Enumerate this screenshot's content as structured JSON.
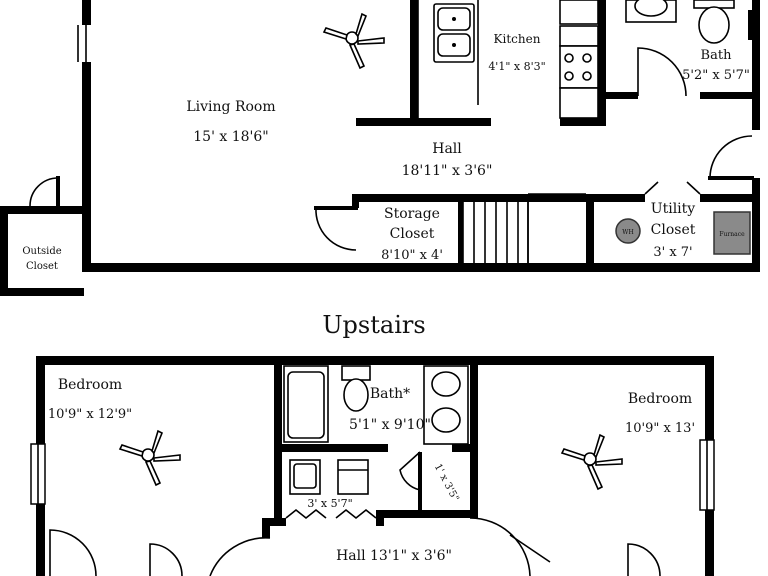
{
  "section_title": "Upstairs",
  "downstairs": {
    "kitchen": {
      "name": "Kitchen",
      "dims": "4'1\" x 8'3\""
    },
    "bath": {
      "name": "Bath",
      "dims": "5'2\" x 5'7\""
    },
    "living_room": {
      "name": "Living Room",
      "dims": "15' x 18'6\""
    },
    "hall": {
      "name": "Hall",
      "dims": "18'11\" x 3'6\""
    },
    "storage_closet": {
      "name1": "Storage",
      "name2": "Closet",
      "dims": "8'10\" x 4'"
    },
    "utility_closet": {
      "name1": "Utility",
      "name2": "Closet",
      "dims": "3' x 7'"
    },
    "outside_closet": {
      "name1": "Outside",
      "name2": "Closet"
    },
    "appliances": {
      "washer": "WH",
      "furnace": "Furnace"
    }
  },
  "upstairs": {
    "bedroom_left": {
      "name": "Bedroom",
      "dims": "10'9\" x 12'9\""
    },
    "bedroom_right": {
      "name": "Bedroom",
      "dims": "10'9\" x 13'"
    },
    "bath": {
      "name": "Bath*",
      "dims": "5'1\" x 9'10\""
    },
    "laundry": {
      "dims": "3' x 5'7\""
    },
    "linen_closet": {
      "dims": "1' x 3'5\""
    },
    "hall": {
      "label": "Hall 13'1\" x 3'6\""
    }
  }
}
